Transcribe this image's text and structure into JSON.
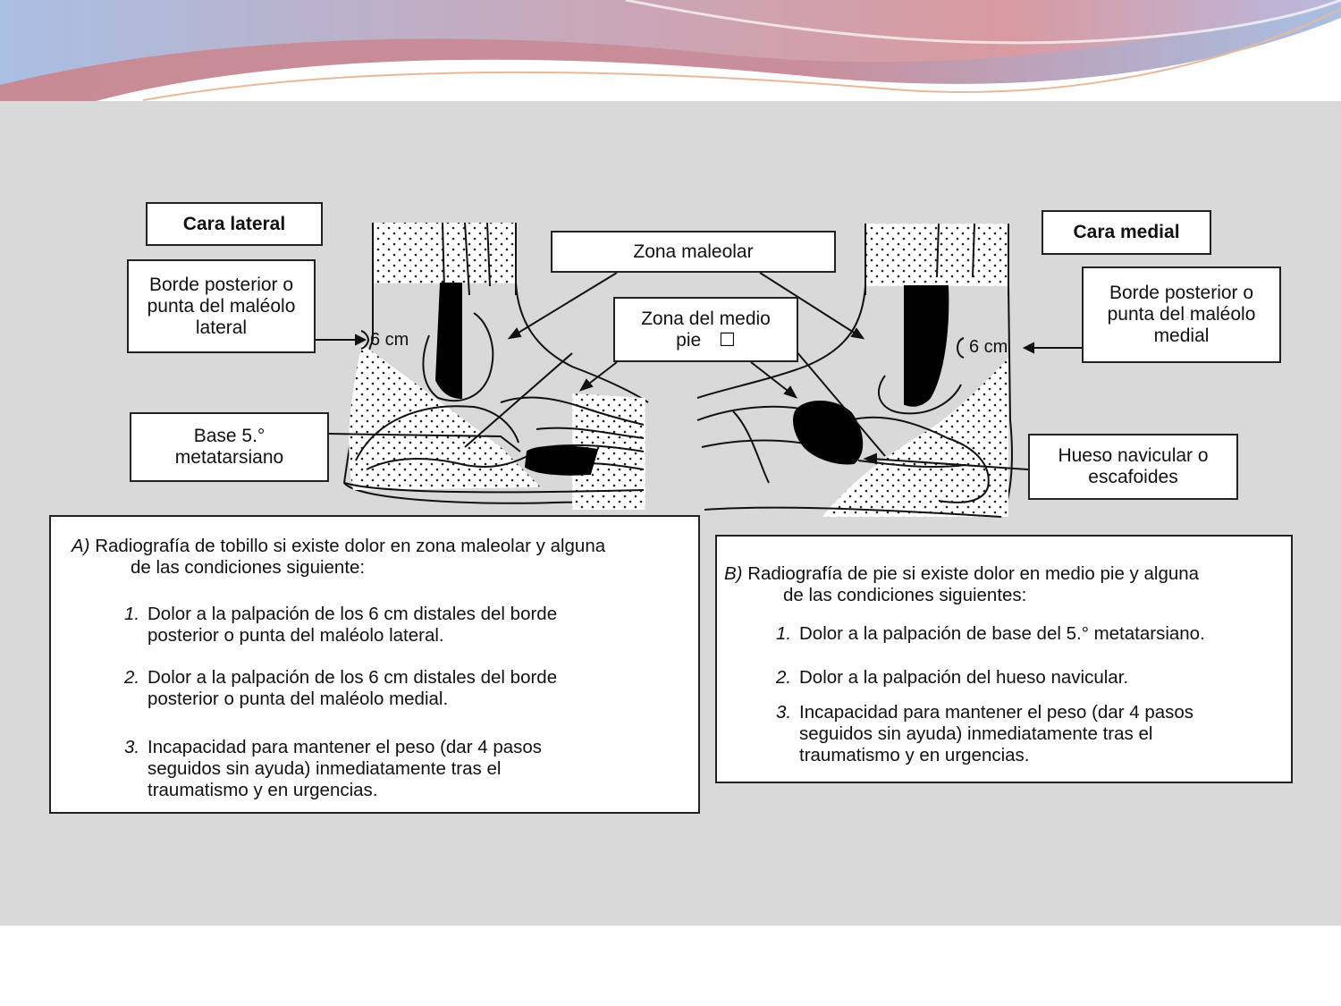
{
  "figure": {
    "labels": {
      "cara_lateral": "Cara lateral",
      "cara_medial": "Cara medial",
      "zona_maleolar": "Zona maleolar",
      "zona_medio_pie_line1": "Zona del medio",
      "zona_medio_pie_line2": "pie",
      "zona_medio_pie_symbol": "☐",
      "borde_lateral_line1": "Borde posterior o",
      "borde_lateral_line2": "punta del maléolo",
      "borde_lateral_line3": "lateral",
      "borde_medial_line1": "Borde posterior o",
      "borde_medial_line2": "punta del maléolo",
      "borde_medial_line3": "medial",
      "base_line1": "Base 5.°",
      "base_line2": "metatarsiano",
      "navicular_line1": "Hueso navicular o",
      "navicular_line2": "escafoides",
      "measure_left": "6 cm",
      "measure_right": "6 cm"
    },
    "criteria_a": {
      "letter": "A)",
      "intro_line1": "Radiografía de tobillo si existe dolor en zona maleolar y alguna",
      "intro_line2": "de las condiciones siguiente:",
      "items": [
        {
          "num": "1.",
          "line1": "Dolor a la palpación de los 6 cm distales del borde",
          "line2": "posterior o punta del maléolo lateral.",
          "line3": ""
        },
        {
          "num": "2.",
          "line1": "Dolor a la palpación de los 6 cm distales del borde",
          "line2": "posterior o punta del maléolo medial.",
          "line3": ""
        },
        {
          "num": "3.",
          "line1": "Incapacidad para mantener el peso (dar 4 pasos",
          "line2": "seguidos sin ayuda) inmediatamente tras el",
          "line3": "traumatismo y en urgencias."
        }
      ]
    },
    "criteria_b": {
      "letter": "B)",
      "intro_line1": "Radiografía de pie si existe dolor en medio pie y alguna",
      "intro_line2": "de las condiciones siguientes:",
      "items": [
        {
          "num": "1.",
          "line1": "Dolor a la palpación de base del 5.° metatarsiano.",
          "line2": "",
          "line3": ""
        },
        {
          "num": "2.",
          "line1": "Dolor a la palpación del hueso navicular.",
          "line2": "",
          "line3": ""
        },
        {
          "num": "3.",
          "line1": "Incapacidad para mantener el peso (dar 4 pasos",
          "line2": "seguidos sin ayuda) inmediatamente tras el",
          "line3": "traumatismo y en urgencias."
        }
      ]
    }
  },
  "colors": {
    "panel_background": "#d9d9d9",
    "ink": "#111111",
    "band_pink": "#c98e9c",
    "band_blue": "#a9bfe3"
  }
}
